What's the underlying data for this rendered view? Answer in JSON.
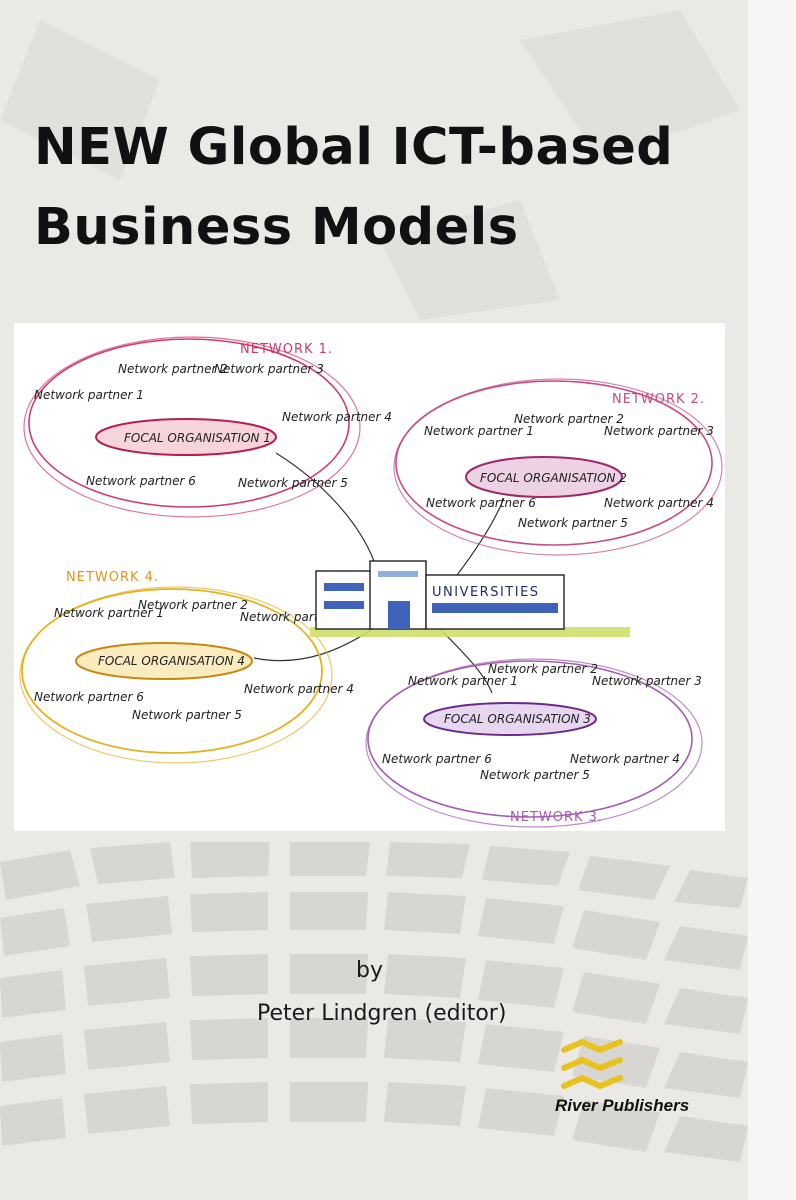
{
  "cover": {
    "title_line1": "NEW Global ICT-based",
    "title_line2": "Business Models",
    "by": "by",
    "editor": "Peter Lindgren (editor)",
    "publisher": "River Publishers"
  },
  "diagram": {
    "center_label": "UNIVERSITIES",
    "networks": [
      {
        "label": "NETWORK 1.",
        "focal": "FOCAL ORGANISATION 1",
        "color": "#d13b6a",
        "partners": [
          "Network partner 1",
          "Network partner 2",
          "Network partner 3",
          "Network partner 4",
          "Network partner 5",
          "Network partner 6"
        ]
      },
      {
        "label": "NETWORK 2.",
        "focal": "FOCAL ORGANISATION 2",
        "color": "#c74a85",
        "partners": [
          "Network partner 1",
          "Network partner 2",
          "Network partner 3",
          "Network partner 4",
          "Network partner 5",
          "Network partner 6"
        ]
      },
      {
        "label": "NETWORK 3.",
        "focal": "FOCAL ORGANISATION 3",
        "color": "#a35cb0",
        "partners": [
          "Network partner 1",
          "Network partner 2",
          "Network partner 3",
          "Network partner 4",
          "Network partner 5",
          "Network partner 6"
        ]
      },
      {
        "label": "NETWORK 4.",
        "focal": "FOCAL ORGANISATION 4",
        "color": "#e5b21f",
        "partners": [
          "Network partner 1",
          "Network partner 2",
          "Network partner 3",
          "Network partner 4",
          "Network partner 5",
          "Network partner 6"
        ]
      }
    ]
  },
  "colors": {
    "logo": "#e8c21e",
    "background": "#ebe9e6"
  }
}
